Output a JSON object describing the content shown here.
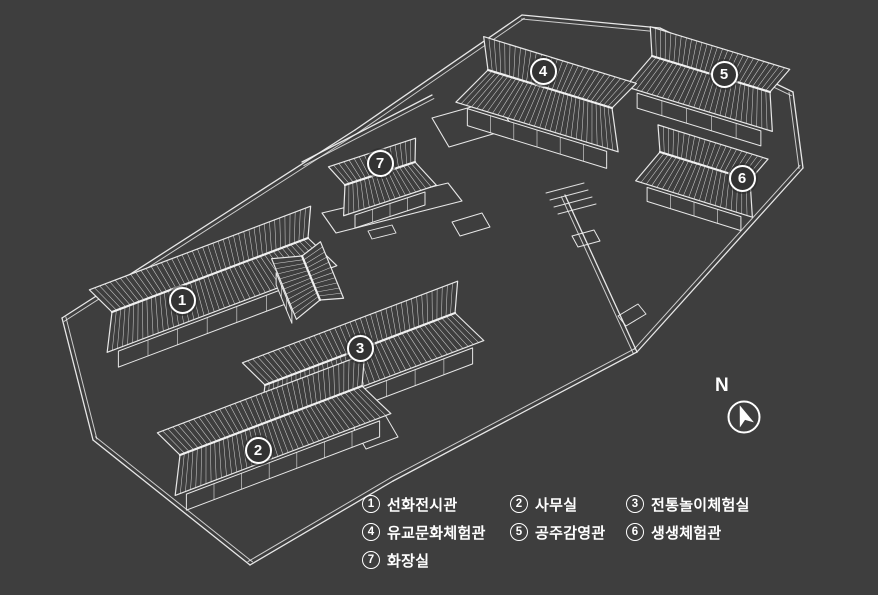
{
  "colors": {
    "background": "#3e3e3e",
    "line": "#f0f0f0",
    "marker_fill": "#333333",
    "text": "#ffffff"
  },
  "map": {
    "markers": [
      {
        "number": "1"
      },
      {
        "number": "2"
      },
      {
        "number": "3"
      },
      {
        "number": "4"
      },
      {
        "number": "5"
      },
      {
        "number": "6"
      },
      {
        "number": "7"
      }
    ],
    "compass": {
      "north_label": "N"
    }
  },
  "legend": {
    "items": [
      {
        "number": "1",
        "label": "선화전시관"
      },
      {
        "number": "2",
        "label": "사무실"
      },
      {
        "number": "3",
        "label": "전통놀이체험실"
      },
      {
        "number": "4",
        "label": "유교문화체험관"
      },
      {
        "number": "5",
        "label": "공주감영관"
      },
      {
        "number": "6",
        "label": "생생체험관"
      },
      {
        "number": "7",
        "label": "화장실"
      }
    ]
  }
}
